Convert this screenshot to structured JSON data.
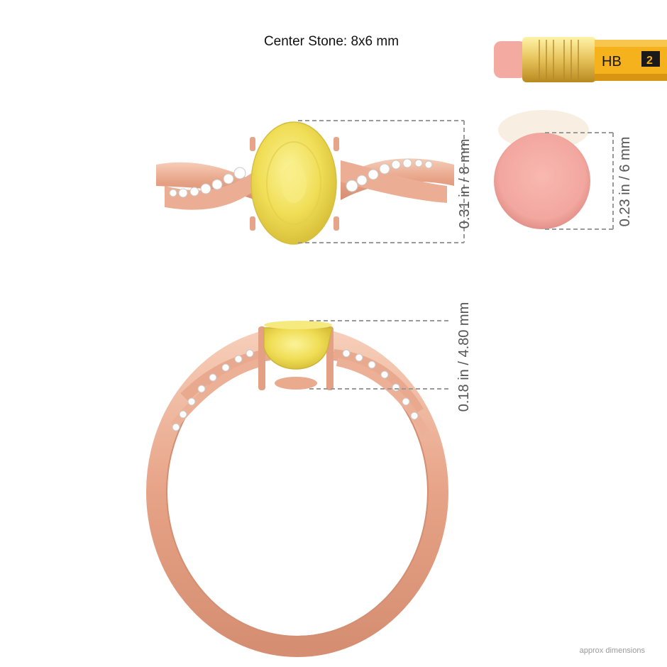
{
  "title": "Center Stone: 8x6 mm",
  "pencil": {
    "grade": "HB",
    "number": "2"
  },
  "dimensions": {
    "top_view": "0.31 in / 8 mm",
    "eraser": "0.23 in / 6 mm",
    "side_view": "0.18 in / 4.80 mm"
  },
  "footer": "approx dimensions",
  "colors": {
    "gold": "#e8a78c",
    "stone": "#f1e15c",
    "eraser": "#f4aaa2",
    "pencil": "#f5b21d"
  }
}
